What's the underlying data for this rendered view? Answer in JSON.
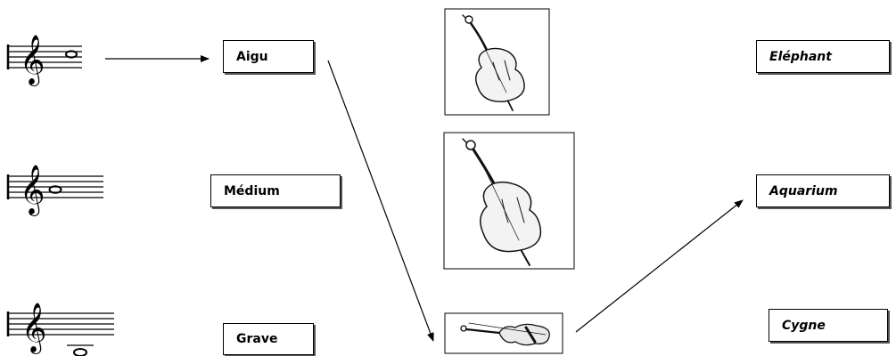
{
  "pitch_labels": {
    "aigu": "Aigu",
    "medium": "Médium",
    "grave": "Grave"
  },
  "animal_labels": {
    "elephant": "Eléphant",
    "aquarium": "Aquarium",
    "cygne": "Cygne"
  },
  "colors": {
    "line": "#000000",
    "box_shadow": "#555555"
  },
  "icons": [
    "treble-clef-icon",
    "whole-note-icon",
    "double-bass-icon",
    "cello-icon",
    "violin-icon",
    "arrow-icon"
  ]
}
